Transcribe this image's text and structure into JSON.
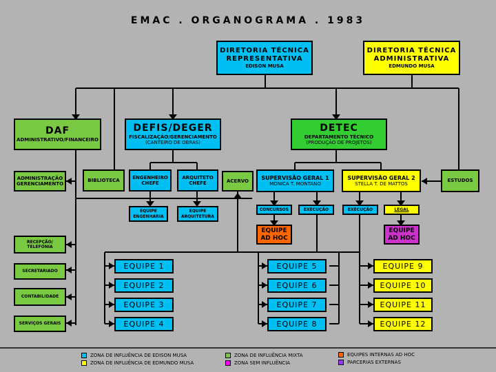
{
  "title": "EMAC . ORGANOGRAMA . 1983",
  "dtr": {
    "l1": "DIRETORIA TÉCNICA",
    "l2": "REPRESENTATIVA",
    "l3": "EDISON MUSA"
  },
  "dta": {
    "l1": "DIRETORIA TÉCNICA",
    "l2": "ADMINISTRATIVA",
    "l3": "EDMUNDO MUSA"
  },
  "daf": {
    "l1": "DAF",
    "l2": "ADMINISTRATIVO/FINANCEIRO"
  },
  "defis": {
    "l1": "DEFIS/DEGER",
    "l2": "FISCALIZAÇÃO/GERENCIAMENTO",
    "l3": "(CANTEIRO DE OBRAS)"
  },
  "detec": {
    "l1": "DETEC",
    "l2": "DEPARTAMENTO TÉCNICO",
    "l3": "(PRODUÇÃO DE PROJETOS)"
  },
  "admger": {
    "l1": "ADMINISTRAÇÃO",
    "l2": "GERENCIAMENTO"
  },
  "biblioteca": "BIBLIOTECA",
  "engchefe": {
    "l1": "ENGENHEIRO",
    "l2": "CHEFE"
  },
  "arqchefe": {
    "l1": "ARQUITETO",
    "l2": "CHEFE"
  },
  "acervo": "ACERVO",
  "sg1": {
    "l1": "SUPERVISÃO GERAL 1",
    "l2": "MONICA T. MONTANO"
  },
  "sg2": {
    "l1": "SUPERVISÃO GERAL 2",
    "l2": "STELLA T. DE MATTOS"
  },
  "estudos": "ESTUDOS",
  "eqeng": {
    "l1": "EQUIPE",
    "l2": "ENGENHARIA"
  },
  "eqarq": {
    "l1": "EQUIPE",
    "l2": "ARQUITETURA"
  },
  "concursos": "CONCURSOS",
  "execucao1": "EXECUÇÃO",
  "execucao2": "EXECUÇÃO",
  "legal": "LEGAL",
  "adhoc1": {
    "l1": "EQUIPE",
    "l2": "AD HOC"
  },
  "adhoc2": {
    "l1": "EQUIPE",
    "l2": "AD HOC"
  },
  "recepcao": {
    "l1": "RECEPÇÃO/",
    "l2": "TELEFONIA"
  },
  "secretariado": "SECRETARIADO",
  "contabilidade": "CONTABILIDADE",
  "servicos": "SERVIÇOS GERAIS",
  "teams": [
    "EQUIPE 1",
    "EQUIPE 2",
    "EQUIPE 3",
    "EQUIPE 4",
    "EQUIPE 5",
    "EQUIPE 6",
    "EQUIPE 7",
    "EQUIPE 8",
    "EQUIPE 9",
    "EQUIPE 10",
    "EQUIPE 11",
    "EQUIPE 12"
  ],
  "legend": [
    {
      "label": "ZONA DE INFLUÊNCIA DE EDISON MUSA",
      "color": "#00bff3"
    },
    {
      "label": "ZONA DE INFLUÊNCIA DE EDMUNDO MUSA",
      "color": "#ffff00"
    },
    {
      "label": "ZONA DE INFLUÊNCIA MIXTA",
      "color": "#7ac943"
    },
    {
      "label": "ZONA SEM INFLUÊNCIA",
      "color": "#ff00ff"
    },
    {
      "label": "EQUIPES INTERNAS AD HOC",
      "color": "#ff6600"
    },
    {
      "label": "PARCERIAS EXTERNAS",
      "color": "#9933ff"
    }
  ]
}
